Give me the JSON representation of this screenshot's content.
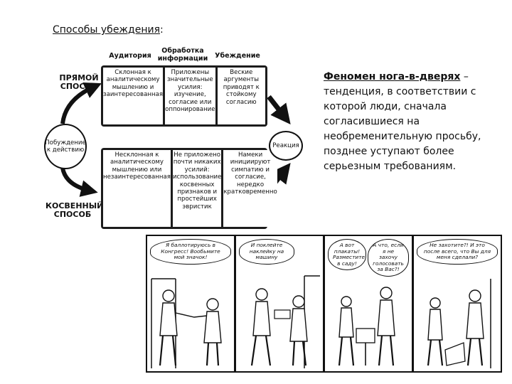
{
  "slide": {
    "title": "Способы убеждения",
    "title_suffix": ":"
  },
  "diagram": {
    "headers": {
      "audience": "Аудитория",
      "processing": "Обработка информации",
      "persuasion": "Убеждение"
    },
    "central_route": {
      "label": "ПРЯМОЙ СПОСОБ",
      "cells": [
        "Склонная к аналитическому мышлению и заинтересованная",
        "Приложены значительные усилия: изучение, согласие или оппонирование",
        "Веские аргументы приводят к стойкому согласию"
      ]
    },
    "peripheral_route": {
      "label": "КОСВЕННЫЙ СПОСОБ",
      "cells": [
        "Несклонная к аналитическому мышлению или незаинтересованная",
        "Не приложено почти никаких усилий: использование косвенных признаков и простейших эвристик",
        "Намеки инициируют симпатию и согласие, нередко кратковременно"
      ]
    },
    "motivation": "Побуждение к действию",
    "reaction": "Реакция"
  },
  "definition": {
    "term": "Феномен нога-в-дверях",
    "dash": " – ",
    "text": "тенденция, в соответствии с которой люди, сначала согласившиеся на необременительную просьбу, позднее уступают более серьезным требованиям."
  },
  "comics": [
    {
      "speech": "Я баллотируюсь в Конгресс! Вообьмите мой значок!"
    },
    {
      "speech": "И поклейте наклейку на машину"
    },
    {
      "speech": "А вот плакаты! Разместите в саду!"
    },
    {
      "speech": "А что, если я не захочу голосовать за Вас?!"
    },
    {
      "speech": "Не захотите?! И это после всего, что Вы для меня сделали?"
    }
  ]
}
